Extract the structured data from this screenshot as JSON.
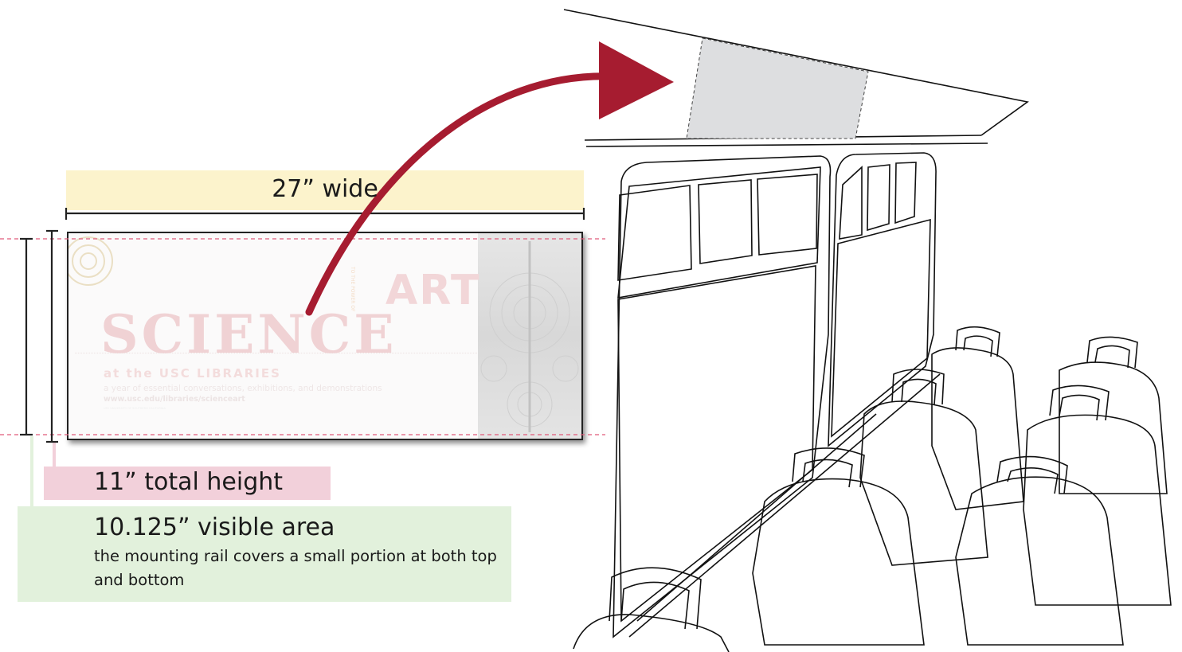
{
  "labels": {
    "width": "27” wide",
    "total_height": "11” total height",
    "visible_area": "10.125” visible area",
    "visible_note": "the mounting rail covers a small portion at both top and bottom"
  },
  "poster": {
    "art": "ART",
    "science": "SCIENCE",
    "vertical": "TO THE POWER OF",
    "libraries": "at the USC LIBRARIES",
    "tagline": "a year of essential conversations, exhibitions, and demonstrations",
    "url": "www.usc.edu/libraries/scienceart",
    "fine_print": "USC UNIVERSITY OF SOUTHERN CALIFORNIA"
  },
  "colors": {
    "arrow": "#a61c30",
    "guide_dashes": "#e05a7a",
    "width_band": "#fcf3cc",
    "height_band": "#f2d0da",
    "visible_band": "#e2f1dc",
    "placement_zone": "#dddee0"
  }
}
